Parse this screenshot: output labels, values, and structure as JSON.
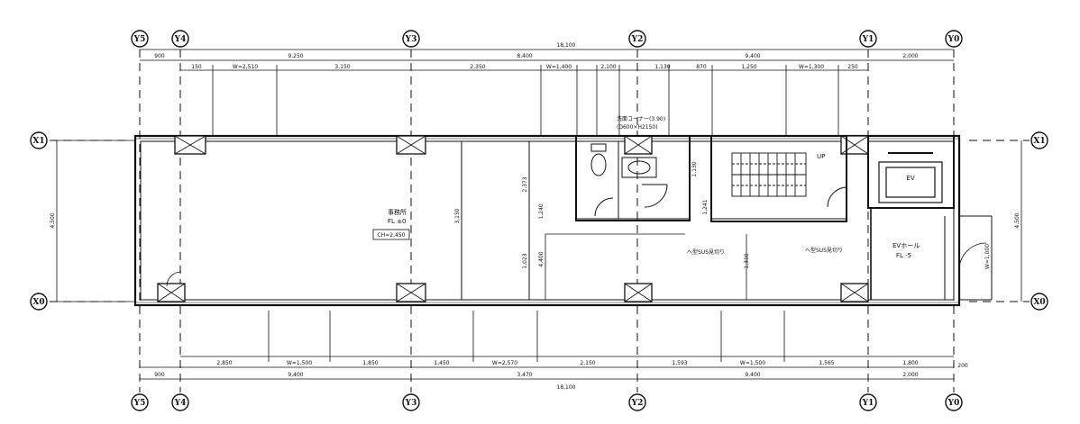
{
  "grid_axes": {
    "top": [
      "Y5",
      "Y4",
      "Y3",
      "Y2",
      "Y1",
      "Y0"
    ],
    "bottom": [
      "Y5",
      "Y4",
      "Y3",
      "Y2",
      "Y1",
      "Y0"
    ],
    "left": [
      "X1",
      "X0"
    ],
    "right": [
      "X1",
      "X0"
    ]
  },
  "dimensions": {
    "top_total": "18,100",
    "top_spans": [
      "900",
      "9,250",
      "8,400",
      "9,400",
      "2,000"
    ],
    "top_details": [
      "150",
      "W=2,510",
      "3,150",
      "2,350",
      "W=1,400",
      "2,100",
      "1,130",
      "870",
      "1,250",
      "W=1,300",
      "250"
    ],
    "bottom_total": "18,100",
    "bottom_spans": [
      "900",
      "9,400",
      "3,470",
      "9,400",
      "2,000",
      "200"
    ],
    "bottom_details": [
      "2,850",
      "W=1,500",
      "1,850",
      "1,450",
      "W=2,570",
      "2,150",
      "1,593",
      "W=1,500",
      "1,565",
      "1,800"
    ],
    "left_height": "4,500",
    "right_height": "4,500",
    "interior": [
      "2,373",
      "3,150",
      "1,240",
      "1,023",
      "4,400",
      "1,130",
      "1,241",
      "1,310",
      "W=1,000"
    ]
  },
  "rooms": {
    "office_name": "事務所",
    "office_fl": "FL ±0",
    "office_ch": "CH=2,450",
    "toilet_corner": "洗面コーナー(3.90)",
    "toilet_spec": "(D600×H2150)",
    "stair_up": "UP",
    "ev_label": "EV",
    "ev_hall": "EVホール",
    "ev_hall_fl": "FL -5",
    "sus_note_1": "へ型SUS見切り",
    "sus_note_2": "へ型SUS見切り"
  }
}
